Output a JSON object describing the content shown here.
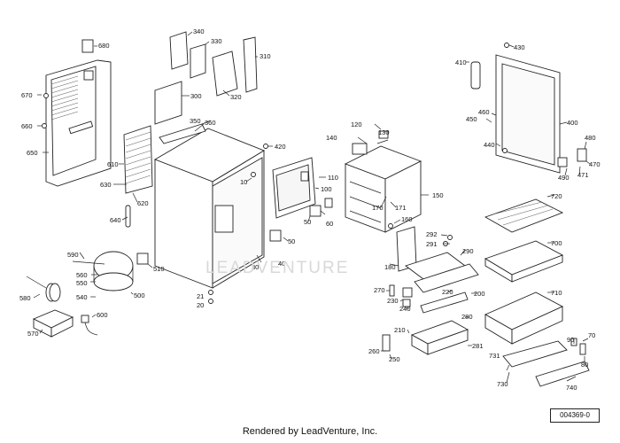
{
  "diagram": {
    "watermark": "LEADVENTURE",
    "reference_code": "004369-0",
    "footer": "Rendered by LeadVenture, Inc.",
    "callouts": [
      "10",
      "20",
      "21",
      "30",
      "40",
      "50",
      "60",
      "70",
      "80",
      "90",
      "100",
      "110",
      "120",
      "130",
      "140",
      "150",
      "160",
      "170",
      "171",
      "180",
      "200",
      "210",
      "220",
      "230",
      "240",
      "250",
      "260",
      "270",
      "280",
      "281",
      "290",
      "291",
      "292",
      "300",
      "310",
      "320",
      "330",
      "340",
      "350",
      "360",
      "400",
      "410",
      "420",
      "430",
      "440",
      "450",
      "460",
      "470",
      "471",
      "480",
      "490",
      "500",
      "510",
      "540",
      "550",
      "560",
      "570",
      "580",
      "590",
      "600",
      "610",
      "620",
      "630",
      "640",
      "650",
      "660",
      "670",
      "680",
      "700",
      "710",
      "720",
      "730",
      "731",
      "740"
    ]
  }
}
